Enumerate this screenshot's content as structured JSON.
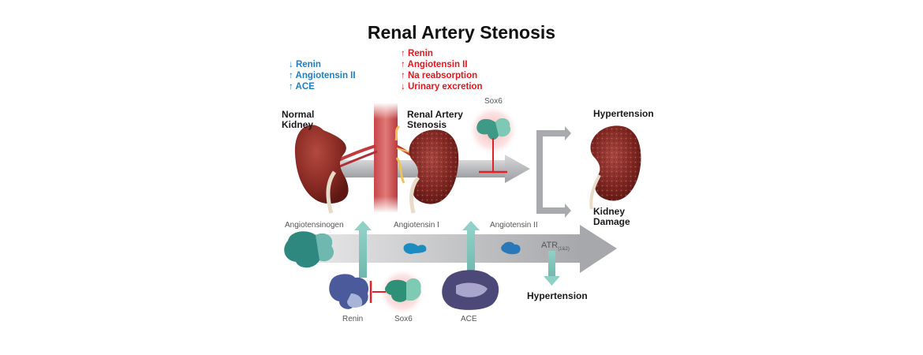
{
  "title": "Renal Artery Stenosis",
  "normal_effects": {
    "items": [
      {
        "arrow": "↓",
        "text": "Renin"
      },
      {
        "arrow": "↑",
        "text": "Angiotensin II"
      },
      {
        "arrow": "↑",
        "text": "ACE"
      }
    ],
    "color": "#1a7fc4"
  },
  "stenosis_effects": {
    "items": [
      {
        "arrow": "↑",
        "text": "Renin"
      },
      {
        "arrow": "↑",
        "text": "Angiotensin II"
      },
      {
        "arrow": "↑",
        "text": "Na reabsorption"
      },
      {
        "arrow": "↓",
        "text": "Urinary excretion"
      }
    ],
    "color": "#e8141b"
  },
  "labels": {
    "normal_kidney_line1": "Normal",
    "normal_kidney_line2": "Kidney",
    "ras_line1": "Renal Artery",
    "ras_line2": "Stenosis",
    "sox6_top": "Sox6",
    "hypertension_top": "Hypertension",
    "kidney_damage_line1": "Kidney",
    "kidney_damage_line2": "Damage",
    "angiotensinogen": "Angiotensinogen",
    "angiotensin_1": "Angiotensin I",
    "angiotensin_2": "Angiotensin II",
    "atr": "ATR",
    "atr_sub": "(1&2)",
    "hypertension_bottom": "Hypertension",
    "renin": "Renin",
    "sox6_bottom": "Sox6",
    "ace": "ACE"
  }
}
